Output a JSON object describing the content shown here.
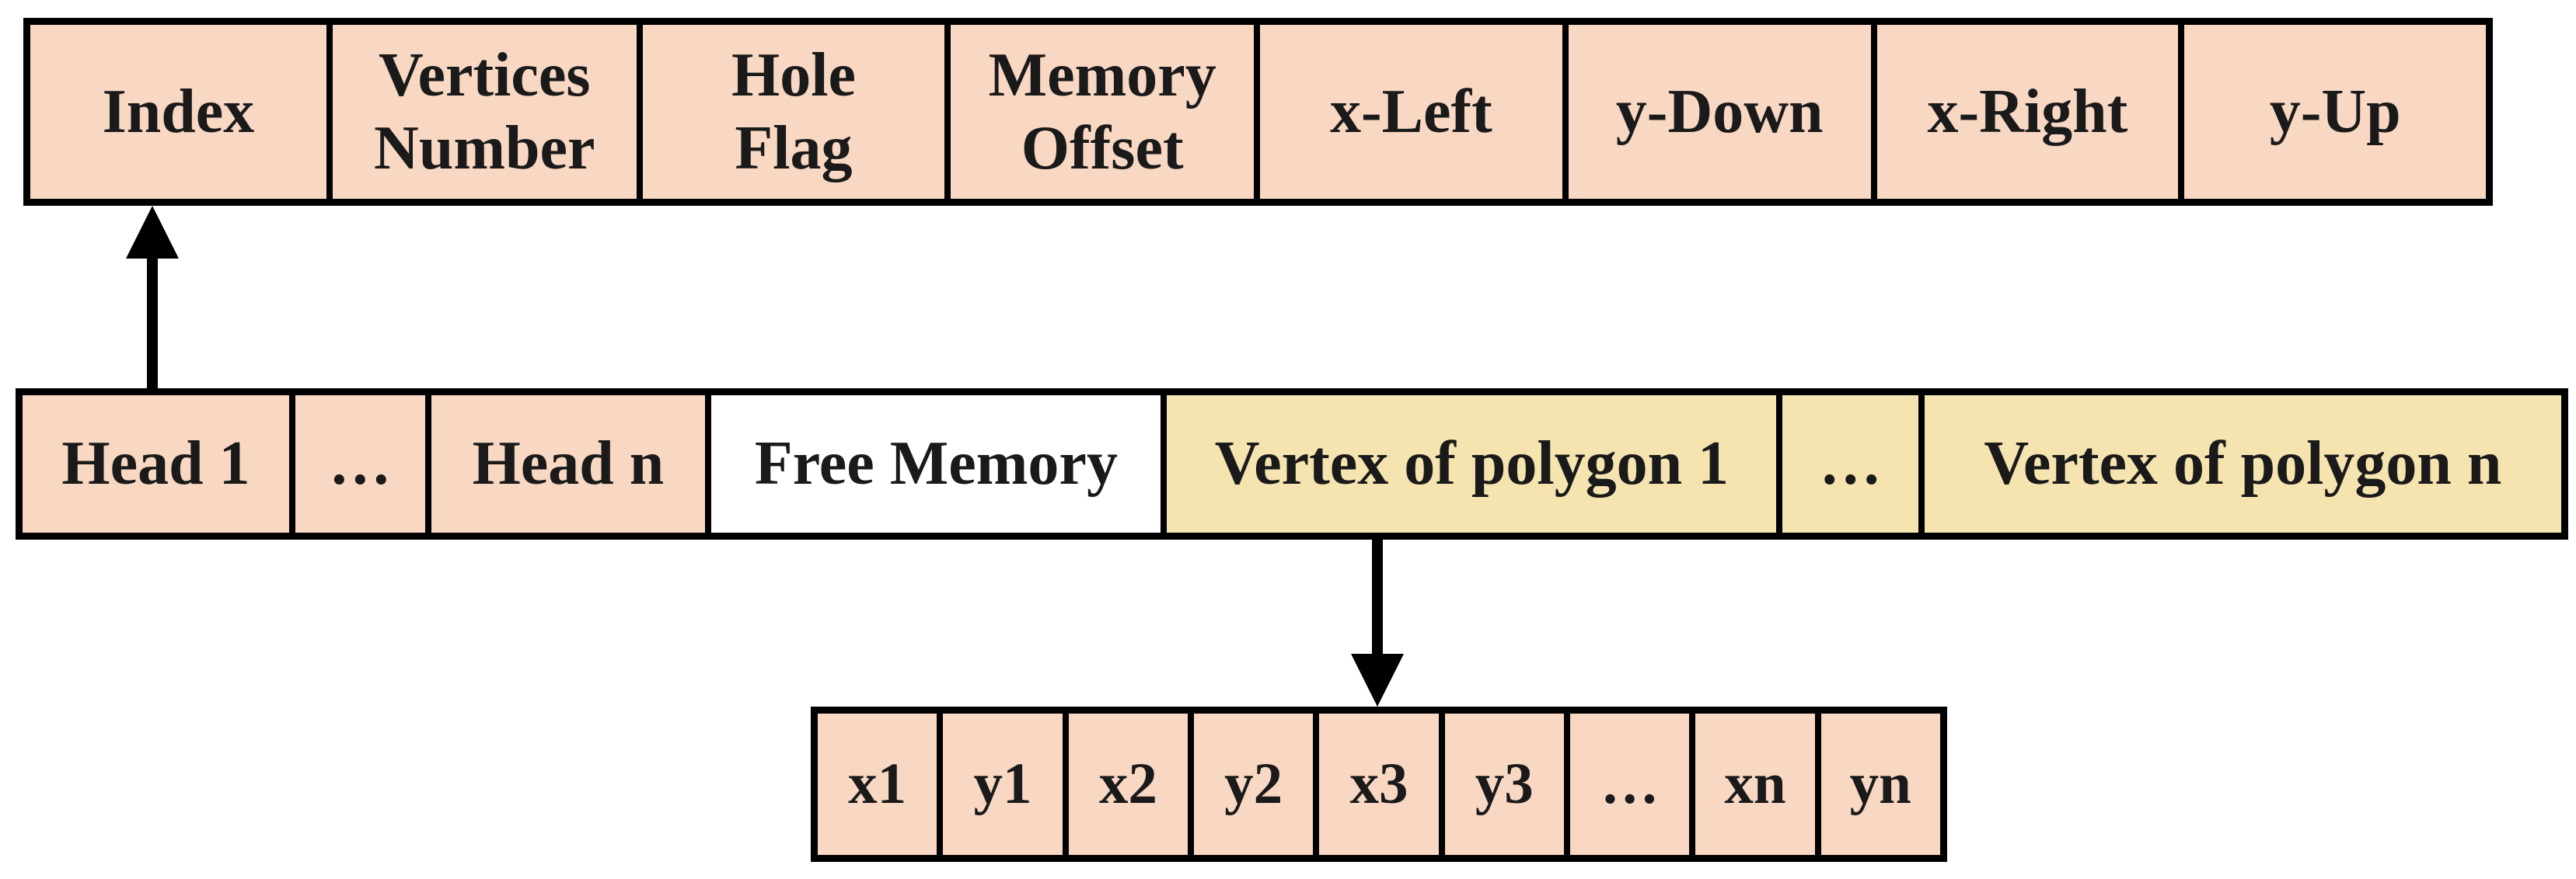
{
  "colors": {
    "cell_pink": "#F8D7C3",
    "cell_tan": "#F5E4B0",
    "cell_white": "#FFFFFF",
    "border": "#000000",
    "text": "#1A1A1A",
    "background": "#FFFFFF"
  },
  "header_row": {
    "cells": [
      {
        "label": "Index"
      },
      {
        "label": "Vertices\nNumber"
      },
      {
        "label": "Hole\nFlag"
      },
      {
        "label": "Memory\nOffset"
      },
      {
        "label": "x-Left"
      },
      {
        "label": "y-Down"
      },
      {
        "label": "x-Right"
      },
      {
        "label": "y-Up"
      }
    ]
  },
  "memory_row": {
    "cells": [
      {
        "label": "Head 1"
      },
      {
        "label": "…"
      },
      {
        "label": "Head n"
      },
      {
        "label": "Free Memory"
      },
      {
        "label": "Vertex of polygon 1"
      },
      {
        "label": "…"
      },
      {
        "label": "Vertex of polygon n"
      }
    ]
  },
  "vertex_row": {
    "cells": [
      {
        "label": "x1"
      },
      {
        "label": "y1"
      },
      {
        "label": "x2"
      },
      {
        "label": "y2"
      },
      {
        "label": "x3"
      },
      {
        "label": "y3"
      },
      {
        "label": "…"
      },
      {
        "label": "xn"
      },
      {
        "label": "yn"
      }
    ]
  }
}
